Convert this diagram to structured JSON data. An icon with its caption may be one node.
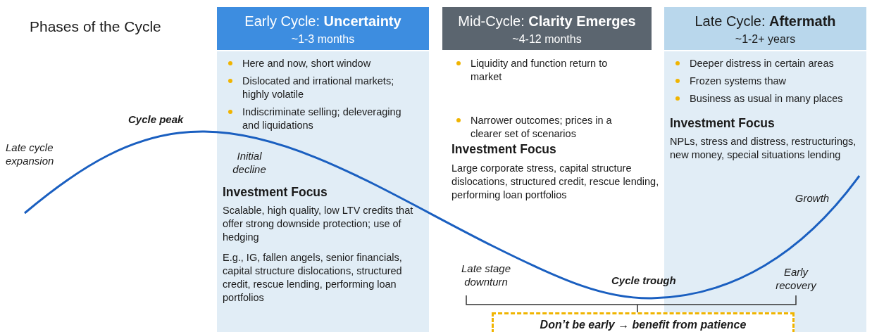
{
  "diagram": {
    "title": "Phases of the Cycle",
    "nodes": [
      {
        "text": [
          "Early Cycle: **Uncertainty**",
          "~1-3 months"
        ]
      },
      {
        "text": [
          "Here and now, short window",
          "Dislocated and irrational markets; highly volatile",
          "Indiscriminate selling; deleveraging and liquidations",
          "Investment Focus",
          "Scalable, high quality, low LTV credits that offer strong downside protection; use of hedging",
          "E.g., IG, fallen angels, senior financials, capital structure dislocations, structured credit, rescue lending, performing loan portfolios"
        ]
      },
      {
        "text": [
          "Mid-Cycle: **Clarity Emerges**",
          "~4-12 months"
        ]
      },
      {
        "text": [
          "Late Cycle: **Aftermath**",
          "~1-2+ years"
        ]
      },
      {
        "text": [
          "Deeper distress in certain areas",
          "Frozen systems thaw",
          "Business as usual in many places",
          "Investment Focus",
          "NPLs, stress and distress, restructurings, new money, special situations lending"
        ]
      },
      {
        "text": [
          "Don’t be early → benefit from patience"
        ]
      }
    ],
    "edges": [],
    "labels": [
      "Late cycle expansion",
      "Cycle peak",
      "Initial decline",
      "Liquidity and function return to market",
      "Narrower outcomes; prices in a clearer set of scenarios",
      "Investment Focus",
      "Large corporate stress, capital structure dislocations, structured credit, rescue lending, performing loan portfolios",
      "Growth",
      "Late stage downturn",
      "Cycle trough",
      "Early recovery"
    ]
  }
}
